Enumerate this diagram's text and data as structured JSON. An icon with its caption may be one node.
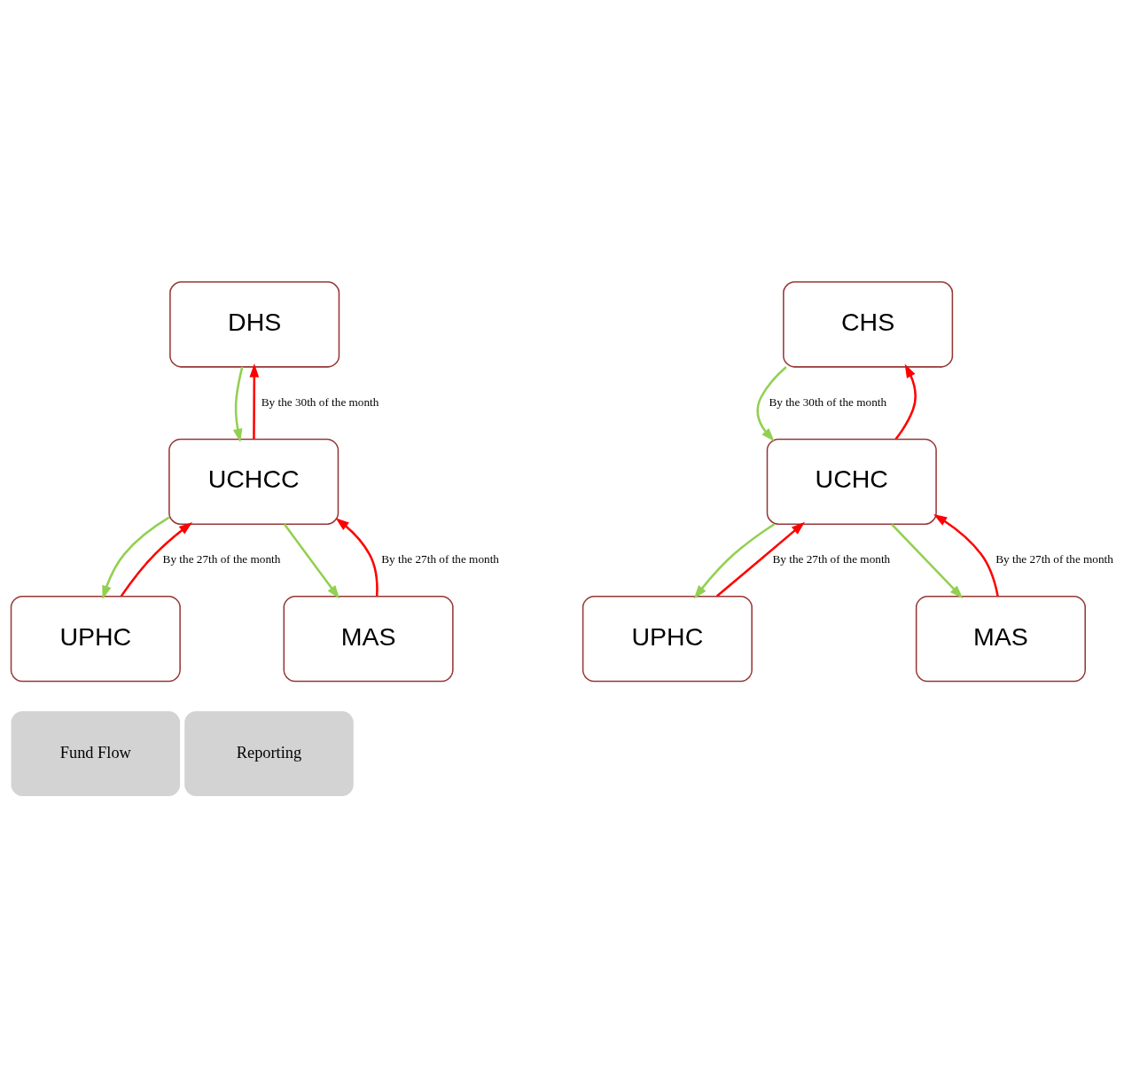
{
  "diagram": {
    "nodes": [
      {
        "text": [
          "DHS"
        ]
      },
      {
        "text": [
          "UCHCC"
        ]
      },
      {
        "text": [
          "UPHC"
        ]
      },
      {
        "text": [
          "MAS"
        ]
      },
      {
        "text": [
          "CHS"
        ]
      },
      {
        "text": [
          "UCHC"
        ]
      },
      {
        "text": [
          "UPHC"
        ]
      },
      {
        "text": [
          "MAS"
        ]
      }
    ],
    "edges": [
      {
        "from": 1,
        "to": 0,
        "arrow": "to",
        "color": "#ff0000",
        "label": "By the 30th of the month"
      },
      {
        "from": 0,
        "to": 1,
        "arrow": "to",
        "color": "#92d050"
      },
      {
        "from": 2,
        "to": 1,
        "arrow": "to",
        "color": "#ff0000",
        "label": "By the 27th of the month"
      },
      {
        "from": 1,
        "to": 2,
        "arrow": "to",
        "color": "#92d050"
      },
      {
        "from": 1,
        "to": 3,
        "arrow": "to",
        "color": "#92d050"
      },
      {
        "from": 3,
        "to": 1,
        "arrow": "to",
        "color": "#ff0000",
        "label": "By the 27th of the month"
      },
      {
        "from": 5,
        "to": 4,
        "arrow": "to",
        "color": "#ff0000"
      },
      {
        "from": 4,
        "to": 5,
        "arrow": "to",
        "color": "#92d050",
        "label": "By the 30th of the month"
      },
      {
        "from": 6,
        "to": 5,
        "arrow": "to",
        "color": "#ff0000",
        "label": "By the 27th of the month"
      },
      {
        "from": 5,
        "to": 6,
        "arrow": "to",
        "color": "#92d050"
      },
      {
        "from": 5,
        "to": 7,
        "arrow": "to",
        "color": "#92d050"
      },
      {
        "from": 7,
        "to": 5,
        "arrow": "to",
        "color": "#ff0000",
        "label": "By the 27th of the month"
      }
    ],
    "legend": [
      {
        "text": "Fund Flow"
      },
      {
        "text": "Reporting"
      }
    ]
  }
}
